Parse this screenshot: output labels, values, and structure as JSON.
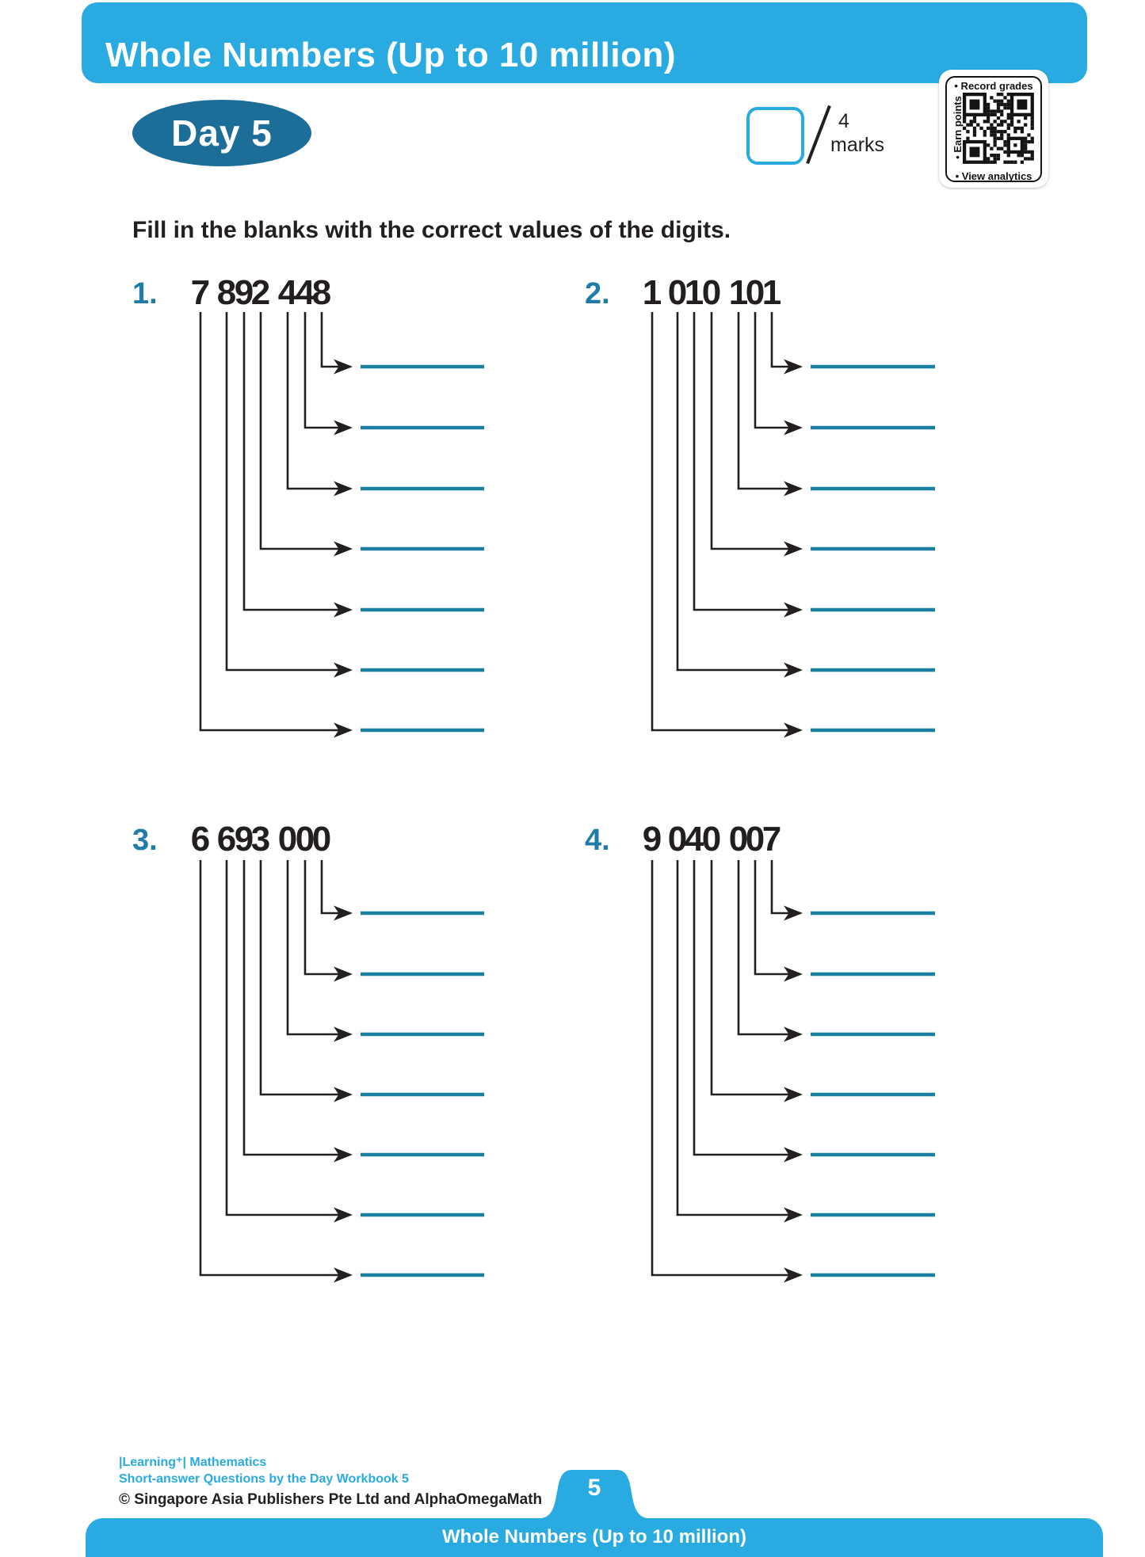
{
  "header": {
    "title": "Whole Numbers (Up to 10 million)",
    "day_label": "Day 5",
    "marks": {
      "value": "4",
      "unit": "marks"
    },
    "qr": {
      "top_label": "•  Record grades",
      "side_label": "•  Earn points",
      "bottom_label": "•  View analytics"
    }
  },
  "instruction": "Fill in the blanks with the correct values of the digits.",
  "problems": [
    {
      "label": "1.",
      "number": "7 892 448"
    },
    {
      "label": "2.",
      "number": "1 010 101"
    },
    {
      "label": "3.",
      "number": "6 693 000"
    },
    {
      "label": "4.",
      "number": "9 040 007"
    }
  ],
  "footer": {
    "series": "|Learning⁺| Mathematics",
    "book": "Short-answer Questions by the Day Workbook 5",
    "copyright": "© Singapore Asia Publishers Pte Ltd and AlphaOmegaMath",
    "page_number": "5",
    "bar_title": "Whole Numbers (Up to 10 million)"
  },
  "colors": {
    "accent": "#29abe2",
    "dark_teal": "#1c6e99",
    "label_blue": "#1f7ba8",
    "blank_teal": "#1a7fa0",
    "ink": "#231f20"
  }
}
